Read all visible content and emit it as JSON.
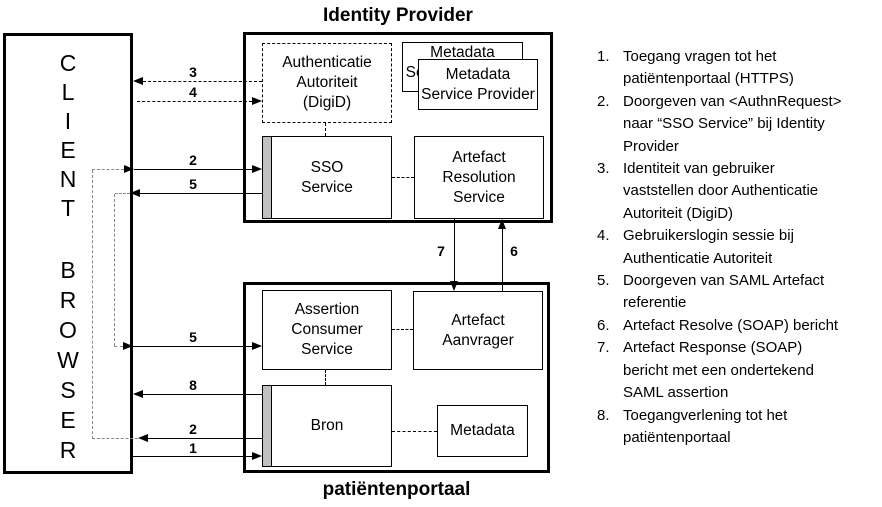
{
  "client": {
    "word1": "C\nL\nI\nE\nN\nT",
    "word2": "B\nR\nO\nW\nS\nE\nR"
  },
  "idp": {
    "title": "Identity Provider",
    "auth_label": "Authenticatie\nAutoriteit\n(DigiD)",
    "metadata_back_label": "Metadata\nService Provider",
    "metadata_front_label": "Metadata\nService Provider",
    "sso_label": "SSO\nService",
    "ars_label": "Artefact\nResolution\nService"
  },
  "portal": {
    "title": "patiëntenportaal",
    "acs_label": "Assertion\nConsumer\nService",
    "aanvrager_label": "Artefact\nAanvrager",
    "bron_label": "Bron",
    "metadata_label": "Metadata"
  },
  "arrows": {
    "n1": "1",
    "n2_top": "2",
    "n2_bottom": "2",
    "n3": "3",
    "n4": "4",
    "n5_top": "5",
    "n5_bottom": "5",
    "n6": "6",
    "n7": "7",
    "n8": "8"
  },
  "steps": [
    {
      "num": "1.",
      "text": "Toegang vragen tot het\npatiëntenportaal (HTTPS)"
    },
    {
      "num": "2.",
      "text": "Doorgeven van <AuthnRequest>\nnaar “SSO Service” bij Identity\nProvider"
    },
    {
      "num": "3.",
      "text": "Identiteit van gebruiker\nvaststellen door Authenticatie\nAutoriteit (DigiD)"
    },
    {
      "num": "4.",
      "text": "Gebruikerslogin sessie bij\nAuthenticatie Autoriteit"
    },
    {
      "num": "5.",
      "text": "Doorgeven van SAML Artefact\nreferentie"
    },
    {
      "num": "6.",
      "text": "Artefact Resolve (SOAP) bericht"
    },
    {
      "num": "7.",
      "text": "Artefact Response (SOAP)\nbericht met een ondertekend\nSAML assertion"
    },
    {
      "num": "8.",
      "text": "Toegangverlening tot het\npatiëntenportaal"
    }
  ],
  "colors": {
    "line": "#000000",
    "relay_dash": "#888888",
    "component_bar": "#c0c0c0"
  }
}
